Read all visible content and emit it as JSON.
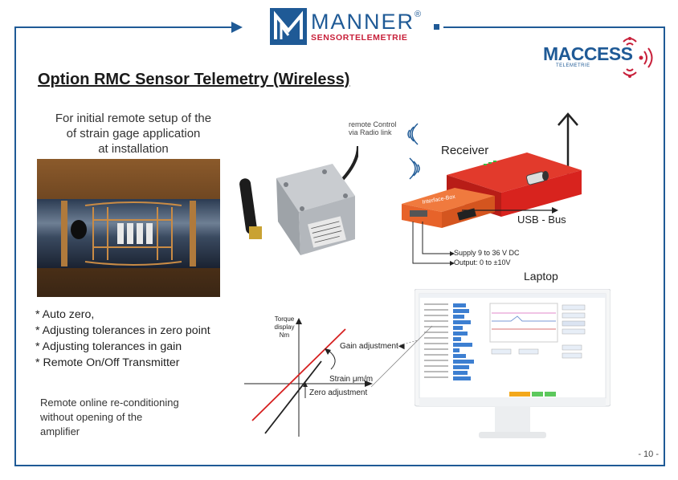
{
  "header": {
    "brand_name": "MANNER",
    "brand_reg": "®",
    "brand_sub": "SENSORTELEMETRIE",
    "maccess_logo_text": "MACCESS",
    "maccess_logo_sub": "TELEMETRIE"
  },
  "title": "Option RMC Sensor Telemetry (Wireless)",
  "intro_lines": [
    "For initial remote setup of the",
    "of strain gage application",
    "at installation"
  ],
  "features": [
    "* Auto zero,",
    "* Adjusting tolerances in zero point",
    "* Adjusting tolerances in gain",
    "* Remote On/Off Transmitter"
  ],
  "reconditioning": [
    "Remote online re-conditioning",
    "without opening of the",
    "amplifier"
  ],
  "diagram": {
    "remote_control": [
      "remote Control",
      "via Radio link"
    ],
    "receiver_label": "Receiver",
    "interface_box_label": "Interface-Box",
    "usb_label": "USB - Bus",
    "supply_label": "Supply 9 to 36 V DC",
    "output_label": "Output: 0 to ±10V",
    "laptop_label": "Laptop"
  },
  "graph": {
    "ylabel": [
      "Torque",
      "display",
      "Nm"
    ],
    "gain_label": "Gain adjustment",
    "strain_label": "Strain μm/m",
    "zero_label": "Zero adjustment"
  },
  "page_number": "- 10 -",
  "colors": {
    "frame": "#1f5a96",
    "brand_blue": "#1f5a96",
    "brand_red": "#c8203a",
    "receiver_red": "#d8231e",
    "interface_orange": "#e7632a",
    "graph_red": "#d62020"
  }
}
